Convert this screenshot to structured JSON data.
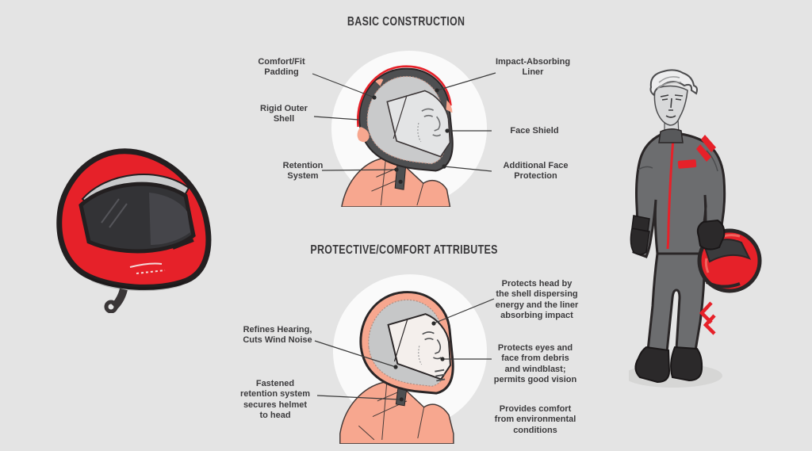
{
  "page": {
    "background": "#e4e4e4"
  },
  "palette": {
    "red": "#e62129",
    "salmon": "#f7a78f",
    "suit_gray": "#6c6d6f",
    "liner_gray": "#c9cacb",
    "shell_dark": "#4e4f51",
    "outline_dark": "#2a2627",
    "text_dark": "#3c3b3d",
    "circle_white": "#fafafa"
  },
  "sections": {
    "basic": {
      "title": "BASIC CONSTRUCTION",
      "labels": {
        "comfort_fit": "Comfort/Fit\nPadding",
        "impact_liner": "Impact-Absorbing\nLiner",
        "rigid_shell": "Rigid Outer\nShell",
        "face_shield": "Face Shield",
        "retention": "Retention\nSystem",
        "additional_face": "Additional Face\nProtection"
      }
    },
    "attributes": {
      "title": "PROTECTIVE/COMFORT ATTRIBUTES",
      "labels": {
        "protects_head": "Protects head by\nthe shell dispersing\nenergy and the liner\nabsorbing impact",
        "refines_hearing": "Refines Hearing,\nCuts Wind Noise",
        "fastened": "Fastened\nretention system\nsecures helmet\nto head",
        "protects_eyes": "Protects eyes and\nface from debris\nand windblast;\npermits good vision",
        "provides_comfort": "Provides comfort\nfrom environmental\nconditions"
      }
    }
  },
  "illustrations": {
    "left": "red-full-face-helmet",
    "basic_circle": "helmet-cutaway-head-profile",
    "attributes_circle": "helmeted-head-profile",
    "right": "rider-holding-helmet"
  }
}
